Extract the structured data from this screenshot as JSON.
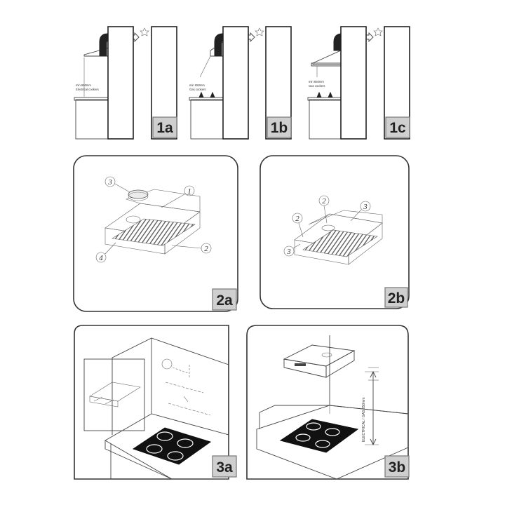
{
  "colors": {
    "line": "#444444",
    "tag_fill": "#cfcfcf",
    "panel_stroke": "#333333"
  },
  "figures": {
    "fig_1a": {
      "label": "1a",
      "note_line1": "min 650mm",
      "note_line2": "Electrical cookers"
    },
    "fig_1b": {
      "label": "1b",
      "note_line1": "min 650mm",
      "note_line2": "Gas cookers"
    },
    "fig_1c": {
      "label": "1c",
      "note_line1": "min 650mm",
      "note_line2": "Gas cookers"
    },
    "fig_2a": {
      "label": "2a",
      "callouts": [
        "1",
        "2",
        "3",
        "4"
      ]
    },
    "fig_2b": {
      "label": "2b",
      "callouts": [
        "2",
        "2",
        "3",
        "3"
      ]
    },
    "fig_3a": {
      "label": "3a"
    },
    "fig_3b": {
      "label": "3b",
      "dimension_text": "ELECTRICAL / GAS 650mm"
    }
  }
}
